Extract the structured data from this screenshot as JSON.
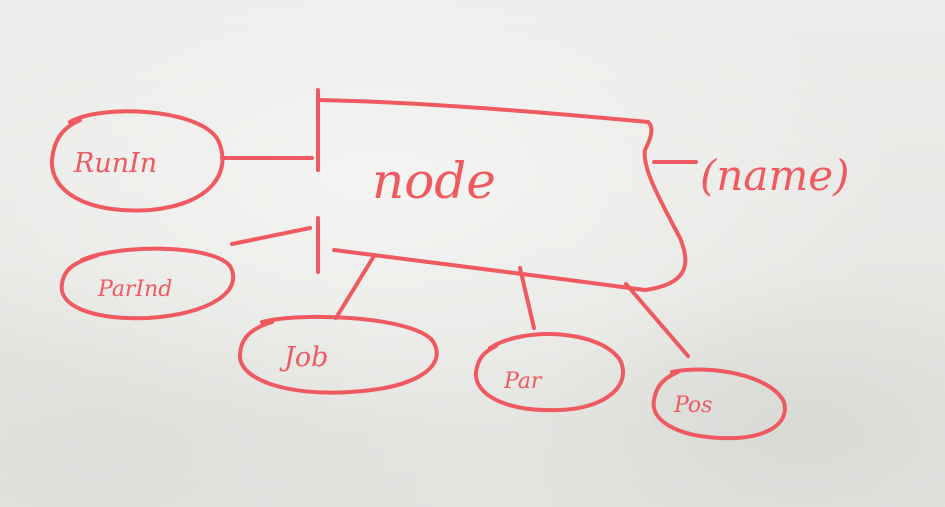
{
  "board": {
    "ink_color": "#ee5a60",
    "background_color": "#e8e8e6"
  },
  "entity": {
    "label": "node"
  },
  "attributes": [
    {
      "id": "attr-top-left",
      "label": "RunIn"
    },
    {
      "id": "attr-left",
      "label": "ParInd"
    },
    {
      "id": "attr-job",
      "label": "Job"
    },
    {
      "id": "attr-mid",
      "label": "Par"
    },
    {
      "id": "attr-right",
      "label": "Pos"
    },
    {
      "id": "attr-name",
      "label": "(name)"
    }
  ]
}
